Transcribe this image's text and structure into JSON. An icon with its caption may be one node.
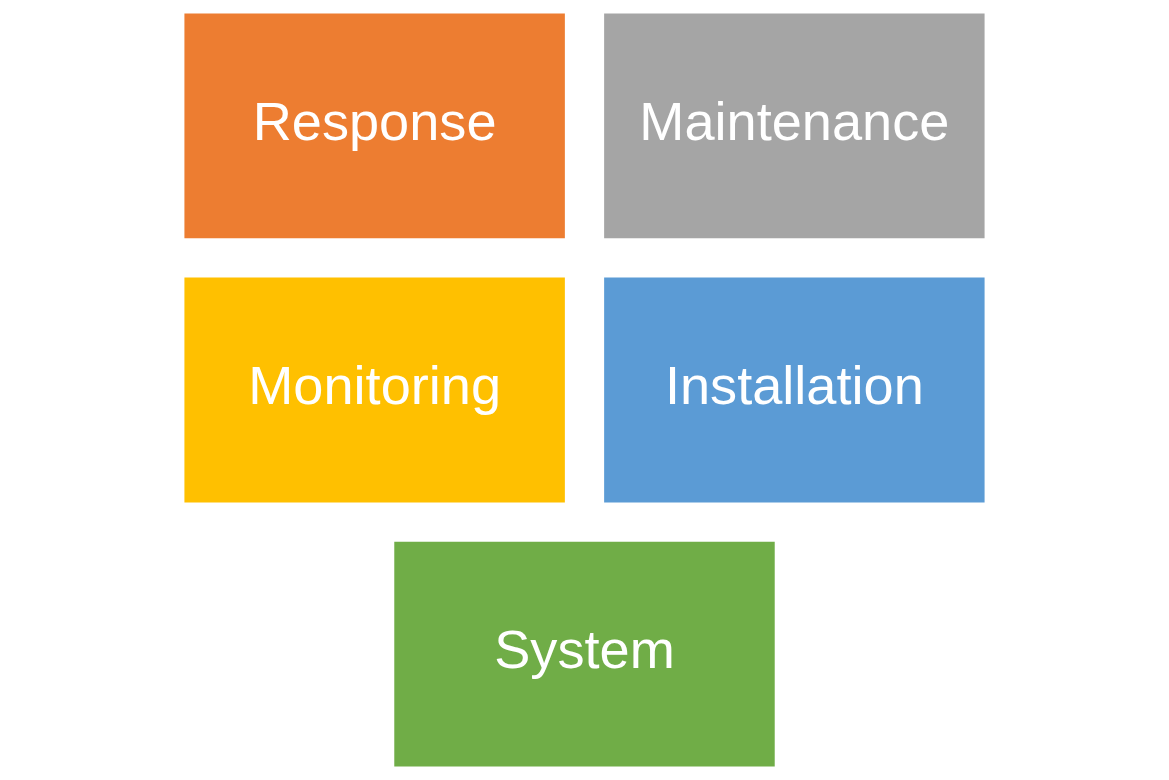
{
  "diagram": {
    "nodes": [
      {
        "text": [
          "Response"
        ]
      },
      {
        "text": [
          "Maintenance"
        ]
      },
      {
        "text": [
          "Monitoring"
        ]
      },
      {
        "text": [
          "Installation"
        ]
      },
      {
        "text": [
          "System"
        ]
      }
    ],
    "edges": []
  }
}
